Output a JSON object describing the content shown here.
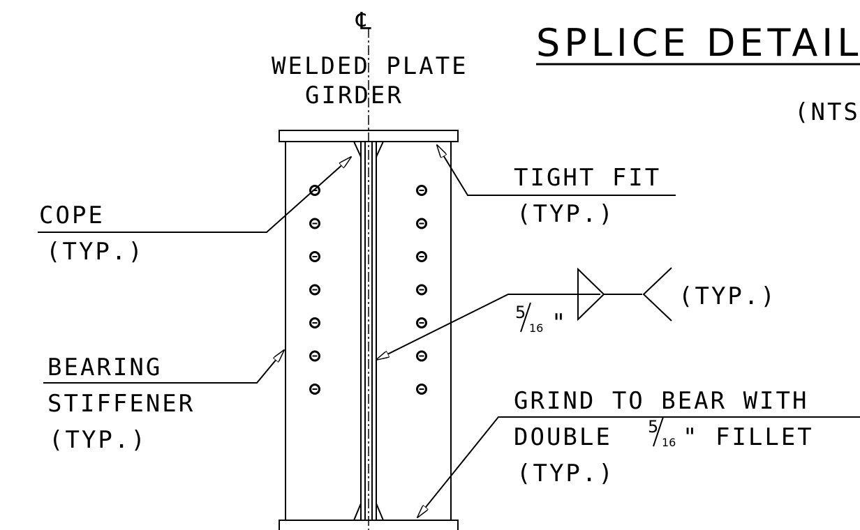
{
  "title": "SPLICE DETAIL",
  "scale_note": "(NTS",
  "centerline_symbol": "℄",
  "girder_label": [
    "WELDED PLATE",
    "GIRDER"
  ],
  "labels": {
    "tight_fit": "TIGHT FIT",
    "tight_fit_typ": "(TYP.)",
    "cope": "COPE",
    "cope_typ": "(TYP.)",
    "weld_typ": "(TYP.)",
    "weld_size": "\"",
    "bearing": "BEARING",
    "stiffener": "STIFFENER",
    "bearing_typ": "(TYP.)",
    "grind_line1": "GRIND TO BEAR WITH",
    "grind_line2_pre": "DOUBLE",
    "grind_line2_post": "\" FILLET",
    "grind_typ": "(TYP.)"
  },
  "fraction": {
    "num": "5",
    "den": "16"
  },
  "bolts_per_column": 7
}
